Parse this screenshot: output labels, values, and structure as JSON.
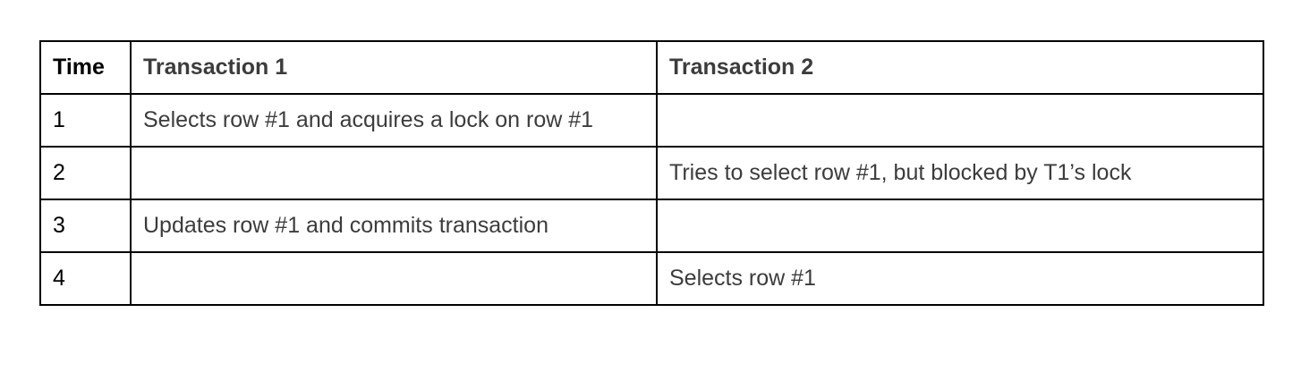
{
  "table": {
    "headers": {
      "time": "Time",
      "t1": "Transaction 1",
      "t2": "Transaction 2"
    },
    "rows": [
      {
        "time": "1",
        "t1": "Selects row #1 and acquires a lock on row #1",
        "t2": ""
      },
      {
        "time": "2",
        "t1": "",
        "t2": "Tries to select row #1, but blocked by T1’s lock"
      },
      {
        "time": "3",
        "t1": "Updates row #1 and commits transaction",
        "t2": ""
      },
      {
        "time": "4",
        "t1": "",
        "t2": "Selects row #1"
      }
    ]
  }
}
